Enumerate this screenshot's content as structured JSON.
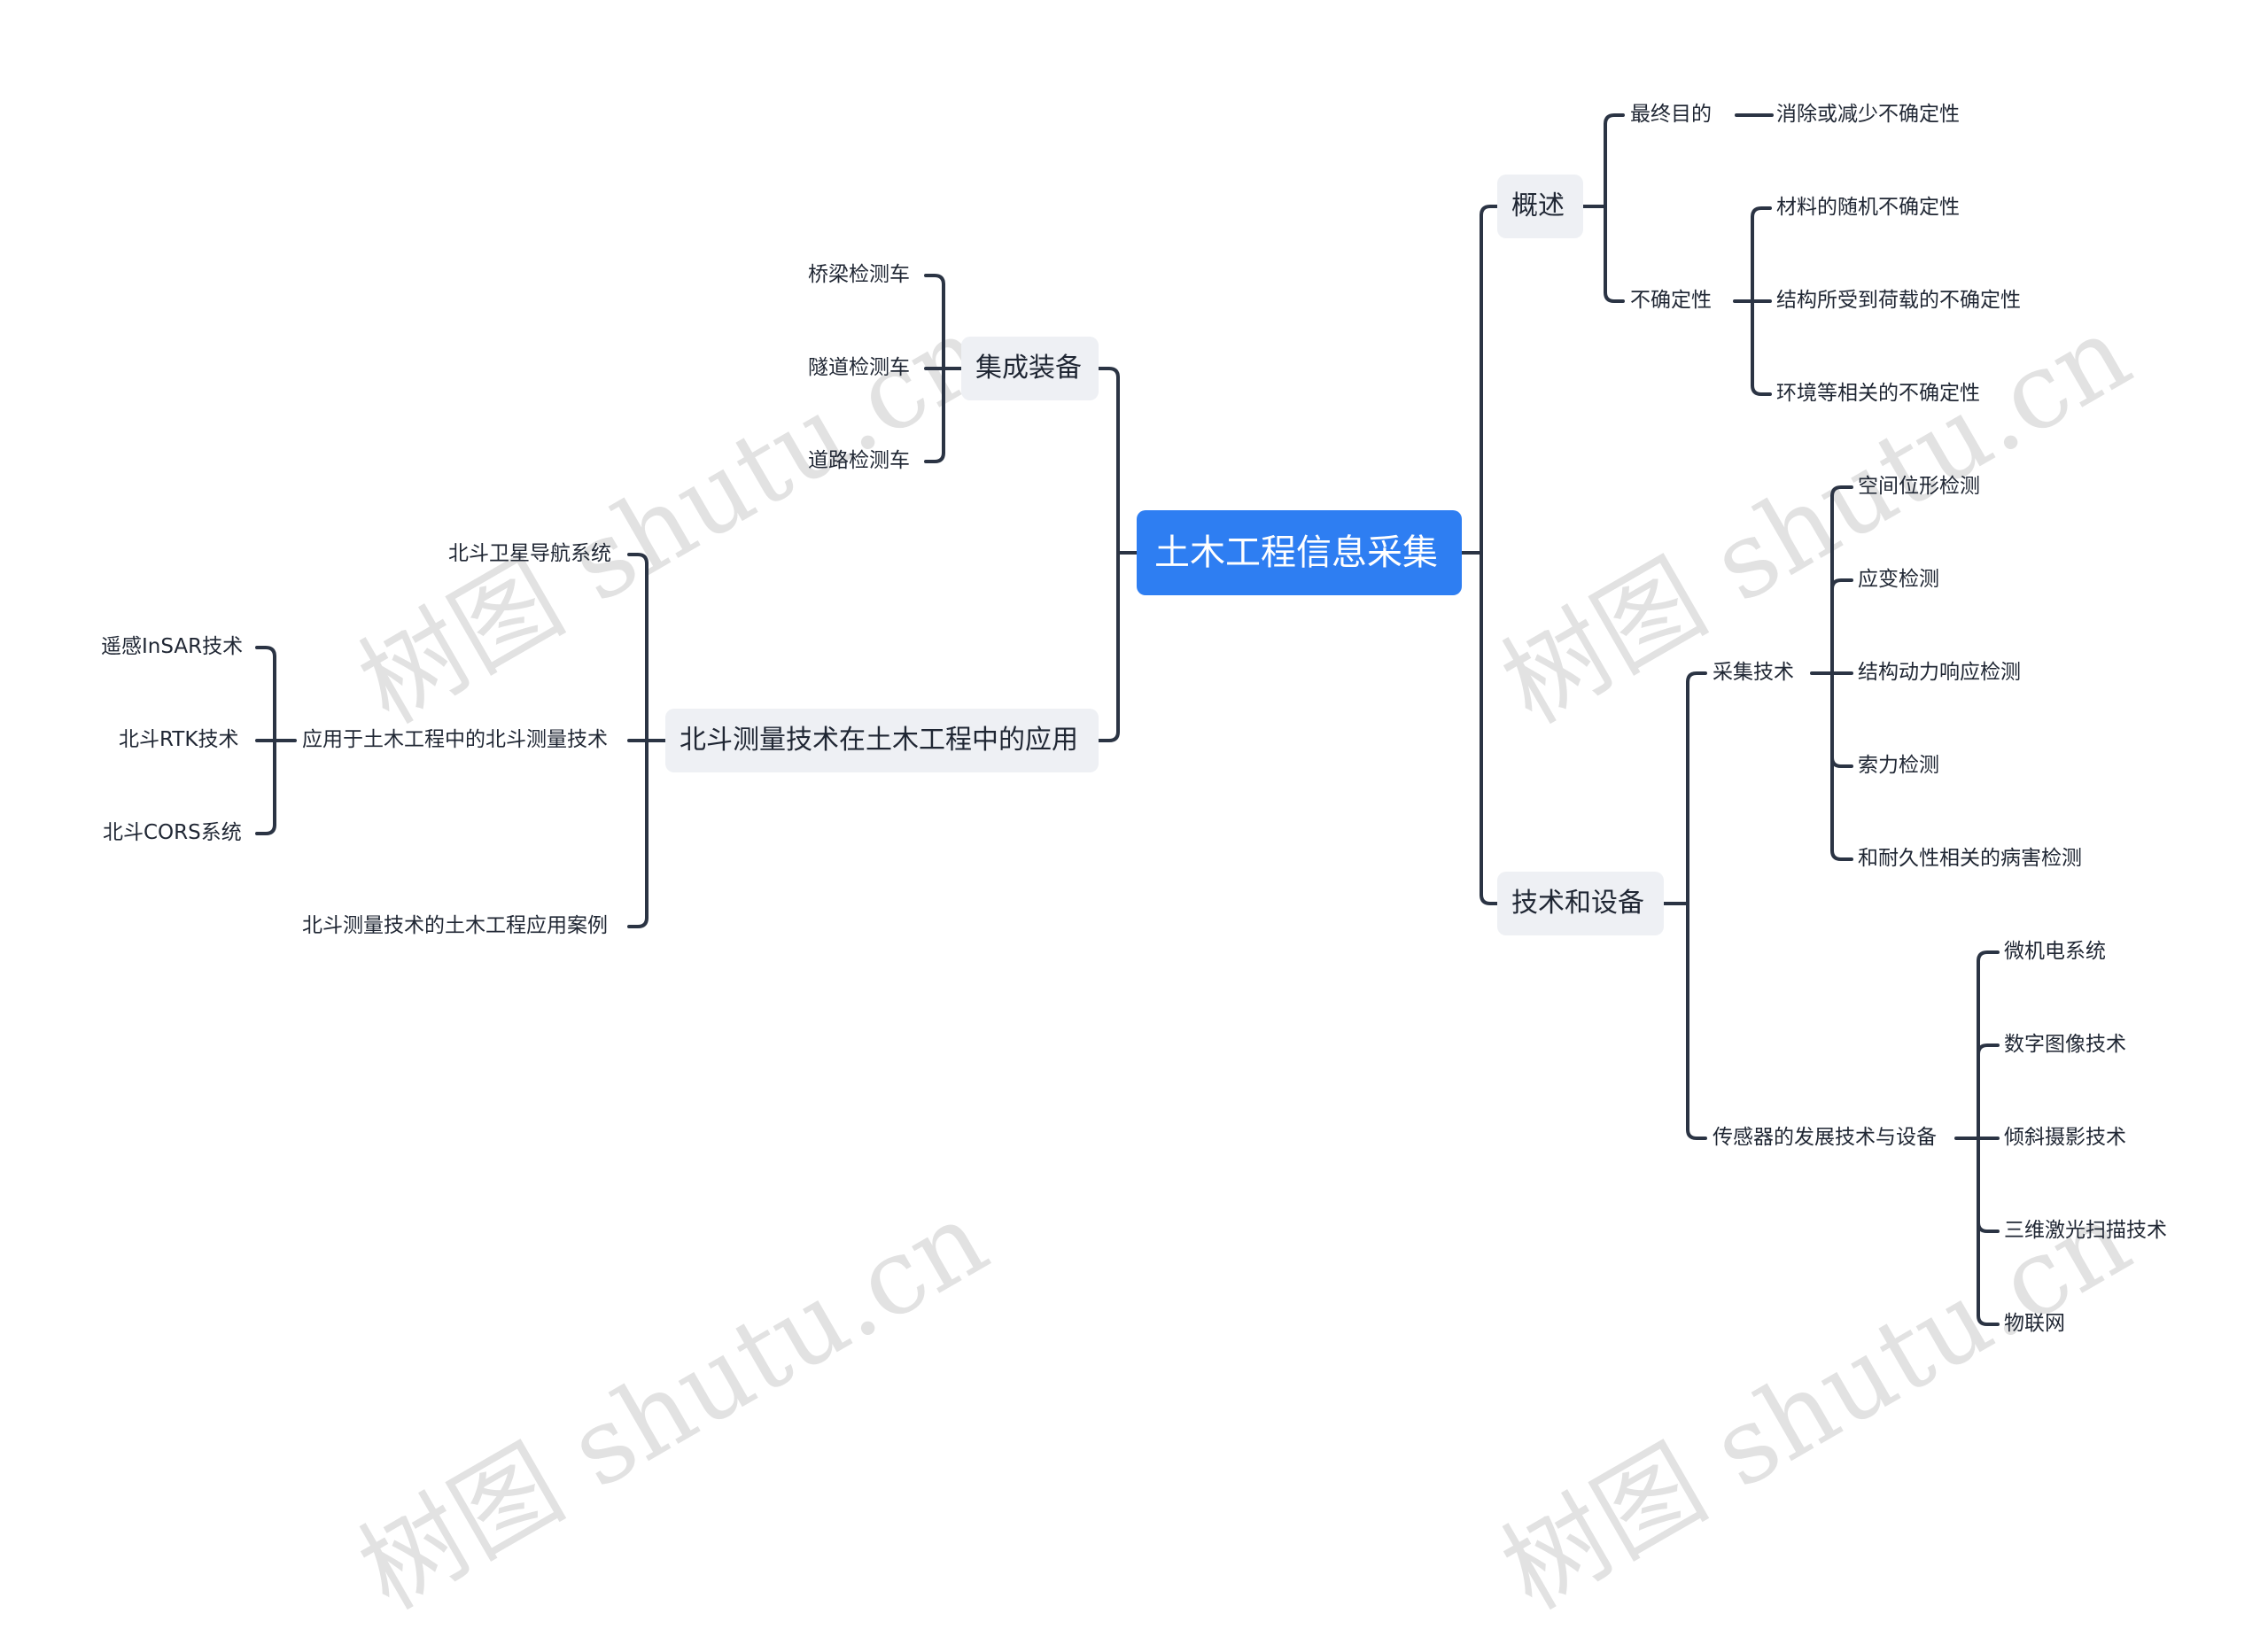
{
  "watermark": "树图 shutu.cn",
  "root": {
    "label": "土木工程信息采集"
  },
  "left": {
    "equipment": {
      "label": "集成装备",
      "children": [
        "桥梁检测车",
        "隧道检测车",
        "道路检测车"
      ]
    },
    "beidou": {
      "label": "北斗测量技术在土木工程中的应用",
      "children": [
        {
          "label": "北斗卫星导航系统"
        },
        {
          "label": "应用于土木工程中的北斗测量技术",
          "children": [
            "遥感InSAR技术",
            "北斗RTK技术",
            "北斗CORS系统"
          ]
        },
        {
          "label": "北斗测量技术的土木工程应用案例"
        }
      ]
    }
  },
  "right": {
    "overview": {
      "label": "概述",
      "final_goal": {
        "label": "最终目的",
        "child": "消除或减少不确定性"
      },
      "uncertainty": {
        "label": "不确定性",
        "children": [
          "材料的随机不确定性",
          "结构所受到荷载的不确定性",
          "环境等相关的不确定性"
        ]
      }
    },
    "tech": {
      "label": "技术和设备",
      "collection": {
        "label": "采集技术",
        "children": [
          "空间位形检测",
          "应变检测",
          "结构动力响应检测",
          "索力检测",
          "和耐久性相关的病害检测"
        ]
      },
      "sensors": {
        "label": "传感器的发展技术与设备",
        "children": [
          "微机电系统",
          "数字图像技术",
          "倾斜摄影技术",
          "三维激光扫描技术",
          "物联网"
        ]
      }
    }
  },
  "colors": {
    "line": "#2b3444",
    "root_bg": "#2e7ef2",
    "main_bg": "#eef0f4",
    "text": "#1f2633",
    "watermark": "#d9d9d9"
  }
}
